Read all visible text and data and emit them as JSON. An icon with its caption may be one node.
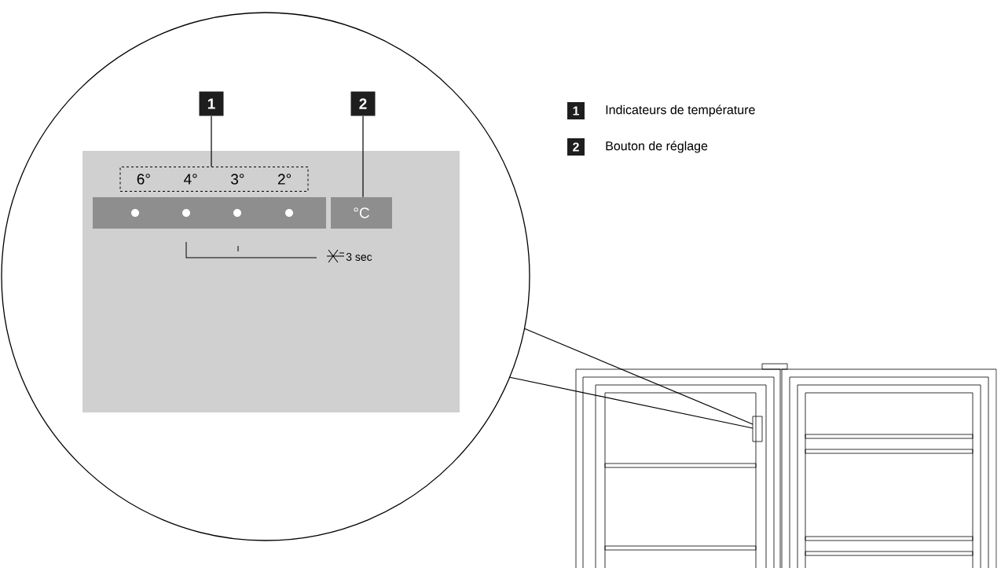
{
  "diagram": {
    "nodes": [
      {
        "text": [
          "1"
        ]
      },
      {
        "text": [
          "2"
        ]
      },
      {
        "text": [
          "6°",
          "4°",
          "3°",
          "2°"
        ]
      },
      {
        "text": [
          "°C"
        ]
      }
    ],
    "edges": [
      {
        "from": 0,
        "to": 2,
        "arrow": "none"
      },
      {
        "from": 1,
        "to": 3,
        "arrow": "none"
      }
    ],
    "labels": [
      "1",
      "Indicateurs de température",
      "2",
      "Bouton de réglage",
      "3 sec"
    ]
  }
}
